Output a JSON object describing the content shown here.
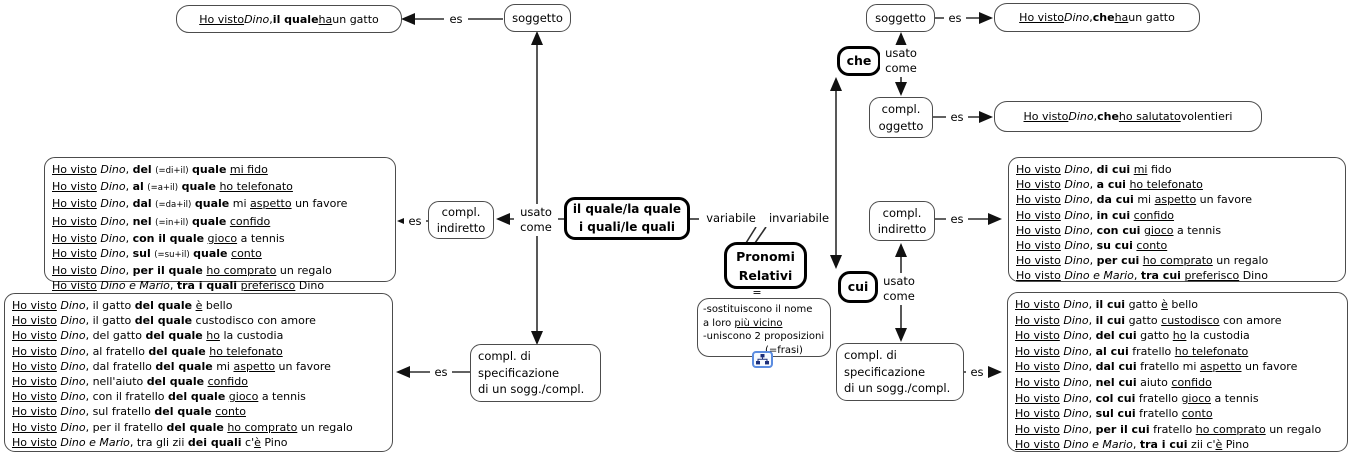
{
  "labels": {
    "es": "es",
    "usato_come": [
      "usato",
      "come"
    ],
    "variabile": "variabile",
    "invariabile": "invariabile",
    "equals": "="
  },
  "nodes": {
    "soggetto_left": [
      "soggetto"
    ],
    "soggetto_right": [
      "soggetto"
    ],
    "compl_oggetto": [
      "compl.",
      "oggetto"
    ],
    "compl_indiretto_left": [
      "compl.",
      "indiretto"
    ],
    "compl_indiretto_right": [
      "compl.",
      "indiretto"
    ],
    "compl_spec_left": [
      "compl. di",
      "specificazione",
      "di un sogg./compl."
    ],
    "compl_spec_right": [
      "compl. di",
      "specificazione",
      "di un sogg./compl."
    ],
    "main_quale": [
      "il quale/la quale",
      "i quali/le quali"
    ],
    "pronomi": [
      "Pronomi",
      "Relativi"
    ],
    "che": [
      "che"
    ],
    "cui": [
      "cui"
    ]
  },
  "definition": {
    "lines": [
      [
        [
          "-sostituiscono il nome",
          ""
        ]
      ],
      [
        [
          " a loro ",
          ""
        ],
        [
          "più vicino",
          "u"
        ]
      ],
      [
        [
          "-uniscono 2 proposizioni",
          ""
        ]
      ],
      [
        [
          "(=frasi)",
          "r"
        ]
      ]
    ],
    "icon": "resource-hierarchy-icon",
    "icon_border_color": "#5b8ce0",
    "icon_glyph_color": "#1c2f7a"
  },
  "sentences": {
    "top_left": [
      [
        "Ho visto",
        "u"
      ],
      [
        " ",
        ""
      ],
      [
        "Dino",
        "i"
      ],
      [
        ", ",
        ""
      ],
      [
        "il quale",
        "b"
      ],
      [
        " ",
        ""
      ],
      [
        "ha",
        "u"
      ],
      [
        " un gatto",
        ""
      ]
    ],
    "top_right": [
      [
        "Ho visto",
        "u"
      ],
      [
        " ",
        ""
      ],
      [
        "Dino",
        "i"
      ],
      [
        ", ",
        ""
      ],
      [
        "che",
        "b"
      ],
      [
        " ",
        ""
      ],
      [
        "ha",
        "u"
      ],
      [
        " un gatto",
        ""
      ]
    ],
    "oggetto_right": [
      [
        "Ho visto",
        "u"
      ],
      [
        " ",
        ""
      ],
      [
        "Dino",
        "i"
      ],
      [
        ", ",
        ""
      ],
      [
        "che",
        "b"
      ],
      [
        " ",
        ""
      ],
      [
        "ho salutato",
        "u"
      ],
      [
        " volentieri",
        ""
      ]
    ],
    "quale_indiretto": [
      [
        [
          "Ho visto",
          "u"
        ],
        [
          " ",
          ""
        ],
        [
          "Dino",
          "i"
        ],
        [
          ", ",
          ""
        ],
        [
          "del",
          "b"
        ],
        [
          " ",
          ""
        ],
        [
          "(=di+il)",
          "s"
        ],
        [
          " ",
          ""
        ],
        [
          "quale",
          "b"
        ],
        [
          " ",
          ""
        ],
        [
          "mi fido",
          "u"
        ]
      ],
      [
        [
          "Ho visto",
          "u"
        ],
        [
          " ",
          ""
        ],
        [
          "Dino",
          "i"
        ],
        [
          ", ",
          ""
        ],
        [
          "al",
          "b"
        ],
        [
          " ",
          ""
        ],
        [
          "(=a+il)",
          "s"
        ],
        [
          " ",
          ""
        ],
        [
          "quale",
          "b"
        ],
        [
          " ",
          ""
        ],
        [
          "ho telefonato",
          "u"
        ]
      ],
      [
        [
          "Ho visto",
          "u"
        ],
        [
          " ",
          ""
        ],
        [
          "Dino",
          "i"
        ],
        [
          ", ",
          ""
        ],
        [
          "dal",
          "b"
        ],
        [
          " ",
          ""
        ],
        [
          "(=da+il)",
          "s"
        ],
        [
          " ",
          ""
        ],
        [
          "quale",
          "b"
        ],
        [
          " mi ",
          ""
        ],
        [
          "aspetto",
          "u"
        ],
        [
          " un favore",
          ""
        ]
      ],
      [
        [
          "Ho visto",
          "u"
        ],
        [
          " ",
          ""
        ],
        [
          "Dino",
          "i"
        ],
        [
          ", ",
          ""
        ],
        [
          "nel",
          "b"
        ],
        [
          " ",
          ""
        ],
        [
          "(=in+il)",
          "s"
        ],
        [
          " ",
          ""
        ],
        [
          "quale",
          "b"
        ],
        [
          " ",
          ""
        ],
        [
          "confido",
          "u"
        ]
      ],
      [
        [
          "Ho visto",
          "u"
        ],
        [
          " ",
          ""
        ],
        [
          "Dino",
          "i"
        ],
        [
          ", ",
          ""
        ],
        [
          "con il quale",
          "b"
        ],
        [
          " ",
          ""
        ],
        [
          "gioco",
          "u"
        ],
        [
          " a tennis",
          ""
        ]
      ],
      [
        [
          "Ho visto",
          "u"
        ],
        [
          " ",
          ""
        ],
        [
          "Dino",
          "i"
        ],
        [
          ", ",
          ""
        ],
        [
          "sul",
          "b"
        ],
        [
          " ",
          ""
        ],
        [
          "(=su+il)",
          "s"
        ],
        [
          " ",
          ""
        ],
        [
          "quale",
          "b"
        ],
        [
          " ",
          ""
        ],
        [
          "conto",
          "u"
        ]
      ],
      [
        [
          "Ho visto",
          "u"
        ],
        [
          " ",
          ""
        ],
        [
          "Dino",
          "i"
        ],
        [
          ", ",
          ""
        ],
        [
          "per il quale",
          "b"
        ],
        [
          " ",
          ""
        ],
        [
          "ho comprato",
          "u"
        ],
        [
          " un regalo",
          ""
        ]
      ],
      [
        [
          "Ho visto",
          "u"
        ],
        [
          " ",
          ""
        ],
        [
          "Dino e Mario",
          "i"
        ],
        [
          ", ",
          ""
        ],
        [
          "tra i quali",
          "b"
        ],
        [
          " ",
          ""
        ],
        [
          "preferisco",
          "u"
        ],
        [
          " Dino",
          ""
        ]
      ]
    ],
    "quale_spec": [
      [
        [
          "Ho visto",
          "u"
        ],
        [
          " ",
          ""
        ],
        [
          "Dino",
          "i"
        ],
        [
          ", il gatto ",
          ""
        ],
        [
          "del quale",
          "b"
        ],
        [
          " ",
          ""
        ],
        [
          "è",
          "u"
        ],
        [
          " bello",
          ""
        ]
      ],
      [
        [
          "Ho visto",
          "u"
        ],
        [
          " ",
          ""
        ],
        [
          "Dino",
          "i"
        ],
        [
          ", il gatto ",
          ""
        ],
        [
          "del quale",
          "b"
        ],
        [
          " custodisco con amore",
          ""
        ]
      ],
      [
        [
          "Ho visto",
          "u"
        ],
        [
          " ",
          ""
        ],
        [
          "Dino",
          "i"
        ],
        [
          ", del gatto ",
          ""
        ],
        [
          "del quale",
          "b"
        ],
        [
          " ",
          ""
        ],
        [
          "ho",
          "u"
        ],
        [
          " la custodia",
          ""
        ]
      ],
      [
        [
          "Ho visto",
          "u"
        ],
        [
          " ",
          ""
        ],
        [
          "Dino",
          "i"
        ],
        [
          ", al fratello ",
          ""
        ],
        [
          "del quale",
          "b"
        ],
        [
          " ",
          ""
        ],
        [
          "ho telefonato",
          "u"
        ]
      ],
      [
        [
          "Ho visto",
          "u"
        ],
        [
          " ",
          ""
        ],
        [
          "Dino",
          "i"
        ],
        [
          ", dal fratello ",
          ""
        ],
        [
          "del quale",
          "b"
        ],
        [
          " mi ",
          ""
        ],
        [
          "aspetto",
          "u"
        ],
        [
          " un favore",
          ""
        ]
      ],
      [
        [
          "Ho visto",
          "u"
        ],
        [
          " ",
          ""
        ],
        [
          "Dino",
          "i"
        ],
        [
          ", nell'aiuto ",
          ""
        ],
        [
          "del quale",
          "b"
        ],
        [
          " ",
          ""
        ],
        [
          "confido",
          "u"
        ]
      ],
      [
        [
          "Ho visto",
          "u"
        ],
        [
          " ",
          ""
        ],
        [
          "Dino",
          "i"
        ],
        [
          ", con il fratello ",
          ""
        ],
        [
          "del quale",
          "b"
        ],
        [
          " ",
          ""
        ],
        [
          "gioco",
          "u"
        ],
        [
          " a tennis",
          ""
        ]
      ],
      [
        [
          "Ho visto",
          "u"
        ],
        [
          " ",
          ""
        ],
        [
          "Dino",
          "i"
        ],
        [
          ", sul fratello ",
          ""
        ],
        [
          "del quale",
          "b"
        ],
        [
          " ",
          ""
        ],
        [
          "conto",
          "u"
        ]
      ],
      [
        [
          "Ho visto",
          "u"
        ],
        [
          " ",
          ""
        ],
        [
          "Dino",
          "i"
        ],
        [
          ", per il fratello ",
          ""
        ],
        [
          "del quale",
          "b"
        ],
        [
          " ",
          ""
        ],
        [
          "ho comprato",
          "u"
        ],
        [
          " un regalo",
          ""
        ]
      ],
      [
        [
          "Ho visto",
          "u"
        ],
        [
          " ",
          ""
        ],
        [
          "Dino e Mario",
          "i"
        ],
        [
          ", tra gli zii ",
          ""
        ],
        [
          "dei quali",
          "b"
        ],
        [
          " c'",
          ""
        ],
        [
          "è",
          "u"
        ],
        [
          " Pino",
          ""
        ]
      ]
    ],
    "cui_indiretto": [
      [
        [
          "Ho visto",
          "u"
        ],
        [
          " ",
          ""
        ],
        [
          "Dino",
          "i"
        ],
        [
          ", ",
          ""
        ],
        [
          "di cui",
          "b"
        ],
        [
          " ",
          ""
        ],
        [
          "mi",
          "u"
        ],
        [
          " fido",
          ""
        ]
      ],
      [
        [
          "Ho visto",
          "u"
        ],
        [
          " ",
          ""
        ],
        [
          "Dino",
          "i"
        ],
        [
          ", ",
          ""
        ],
        [
          "a cui",
          "b"
        ],
        [
          " ",
          ""
        ],
        [
          "ho telefonato",
          "u"
        ]
      ],
      [
        [
          "Ho visto",
          "u"
        ],
        [
          " ",
          ""
        ],
        [
          "Dino",
          "i"
        ],
        [
          ", ",
          ""
        ],
        [
          "da cui",
          "b"
        ],
        [
          " mi ",
          ""
        ],
        [
          "aspetto",
          "u"
        ],
        [
          " un favore",
          ""
        ]
      ],
      [
        [
          "Ho visto",
          "u"
        ],
        [
          " ",
          ""
        ],
        [
          "Dino",
          "i"
        ],
        [
          ", ",
          ""
        ],
        [
          "in cui",
          "b"
        ],
        [
          " ",
          ""
        ],
        [
          "confido",
          "u"
        ]
      ],
      [
        [
          "Ho visto",
          "u"
        ],
        [
          " ",
          ""
        ],
        [
          "Dino",
          "i"
        ],
        [
          ", ",
          ""
        ],
        [
          "con cui",
          "b"
        ],
        [
          " ",
          ""
        ],
        [
          "gioco",
          "u"
        ],
        [
          " a tennis",
          ""
        ]
      ],
      [
        [
          "Ho visto",
          "u"
        ],
        [
          " ",
          ""
        ],
        [
          "Dino",
          "i"
        ],
        [
          ", ",
          ""
        ],
        [
          "su cui",
          "b"
        ],
        [
          " ",
          ""
        ],
        [
          "conto",
          "u"
        ]
      ],
      [
        [
          "Ho visto",
          "u"
        ],
        [
          " ",
          ""
        ],
        [
          "Dino",
          "i"
        ],
        [
          ", ",
          ""
        ],
        [
          "per cui",
          "b"
        ],
        [
          " ",
          ""
        ],
        [
          "ho comprato",
          "u"
        ],
        [
          " un regalo",
          ""
        ]
      ],
      [
        [
          "Ho visto",
          "u"
        ],
        [
          " ",
          ""
        ],
        [
          "Dino e Mario",
          "i"
        ],
        [
          ", ",
          ""
        ],
        [
          "tra cui",
          "b"
        ],
        [
          " ",
          ""
        ],
        [
          "preferisco",
          "u"
        ],
        [
          " Dino",
          ""
        ]
      ]
    ],
    "cui_spec": [
      [
        [
          "Ho visto",
          "u"
        ],
        [
          " ",
          ""
        ],
        [
          "Dino",
          "i"
        ],
        [
          ", ",
          ""
        ],
        [
          "il cui",
          "b"
        ],
        [
          " gatto ",
          ""
        ],
        [
          "è",
          "u"
        ],
        [
          " bello",
          ""
        ]
      ],
      [
        [
          "Ho visto",
          "u"
        ],
        [
          " ",
          ""
        ],
        [
          "Dino",
          "i"
        ],
        [
          ", ",
          ""
        ],
        [
          "il cui",
          "b"
        ],
        [
          " gatto ",
          ""
        ],
        [
          "custodisco",
          "u"
        ],
        [
          " con amore",
          ""
        ]
      ],
      [
        [
          "Ho visto",
          "u"
        ],
        [
          " ",
          ""
        ],
        [
          "Dino",
          "i"
        ],
        [
          ", ",
          ""
        ],
        [
          "del cui",
          "b"
        ],
        [
          " gatto ",
          ""
        ],
        [
          "ho",
          "u"
        ],
        [
          " la custodia",
          ""
        ]
      ],
      [
        [
          "Ho visto",
          "u"
        ],
        [
          " ",
          ""
        ],
        [
          "Dino",
          "i"
        ],
        [
          ", ",
          ""
        ],
        [
          "al cui",
          "b"
        ],
        [
          " fratello ",
          ""
        ],
        [
          "ho telefonato",
          "u"
        ]
      ],
      [
        [
          "Ho visto",
          "u"
        ],
        [
          " ",
          ""
        ],
        [
          "Dino",
          "i"
        ],
        [
          ", ",
          ""
        ],
        [
          "dal cui",
          "b"
        ],
        [
          " fratello mi ",
          ""
        ],
        [
          "aspetto",
          "u"
        ],
        [
          " un favore",
          ""
        ]
      ],
      [
        [
          "Ho visto",
          "u"
        ],
        [
          " ",
          ""
        ],
        [
          "Dino",
          "i"
        ],
        [
          ", ",
          ""
        ],
        [
          "nel cui",
          "b"
        ],
        [
          " aiuto ",
          ""
        ],
        [
          "confido",
          "u"
        ]
      ],
      [
        [
          "Ho visto",
          "u"
        ],
        [
          " ",
          ""
        ],
        [
          "Dino",
          "i"
        ],
        [
          ", ",
          ""
        ],
        [
          "col cui",
          "b"
        ],
        [
          " fratello ",
          ""
        ],
        [
          "gioco",
          "u"
        ],
        [
          " a tennis",
          ""
        ]
      ],
      [
        [
          "Ho visto",
          "u"
        ],
        [
          " ",
          ""
        ],
        [
          "Dino",
          "i"
        ],
        [
          ", ",
          ""
        ],
        [
          "sul cui",
          "b"
        ],
        [
          " fratello ",
          ""
        ],
        [
          "conto",
          "u"
        ]
      ],
      [
        [
          "Ho visto",
          "u"
        ],
        [
          " ",
          ""
        ],
        [
          "Dino",
          "i"
        ],
        [
          ", ",
          ""
        ],
        [
          "per il cui",
          "b"
        ],
        [
          " fratello ",
          ""
        ],
        [
          "ho comprato",
          "u"
        ],
        [
          " un regalo",
          ""
        ]
      ],
      [
        [
          "Ho visto",
          "u"
        ],
        [
          " ",
          ""
        ],
        [
          "Dino e Mario",
          "i"
        ],
        [
          ", ",
          ""
        ],
        [
          "tra i cui",
          "b"
        ],
        [
          " zii c'",
          ""
        ],
        [
          "è",
          "u"
        ],
        [
          " Pino",
          ""
        ]
      ]
    ]
  },
  "colors": {
    "line": "#2e2e2e",
    "arrow": "#111111",
    "thin_border": "#4c4c4c",
    "thick_border": "#000000"
  }
}
